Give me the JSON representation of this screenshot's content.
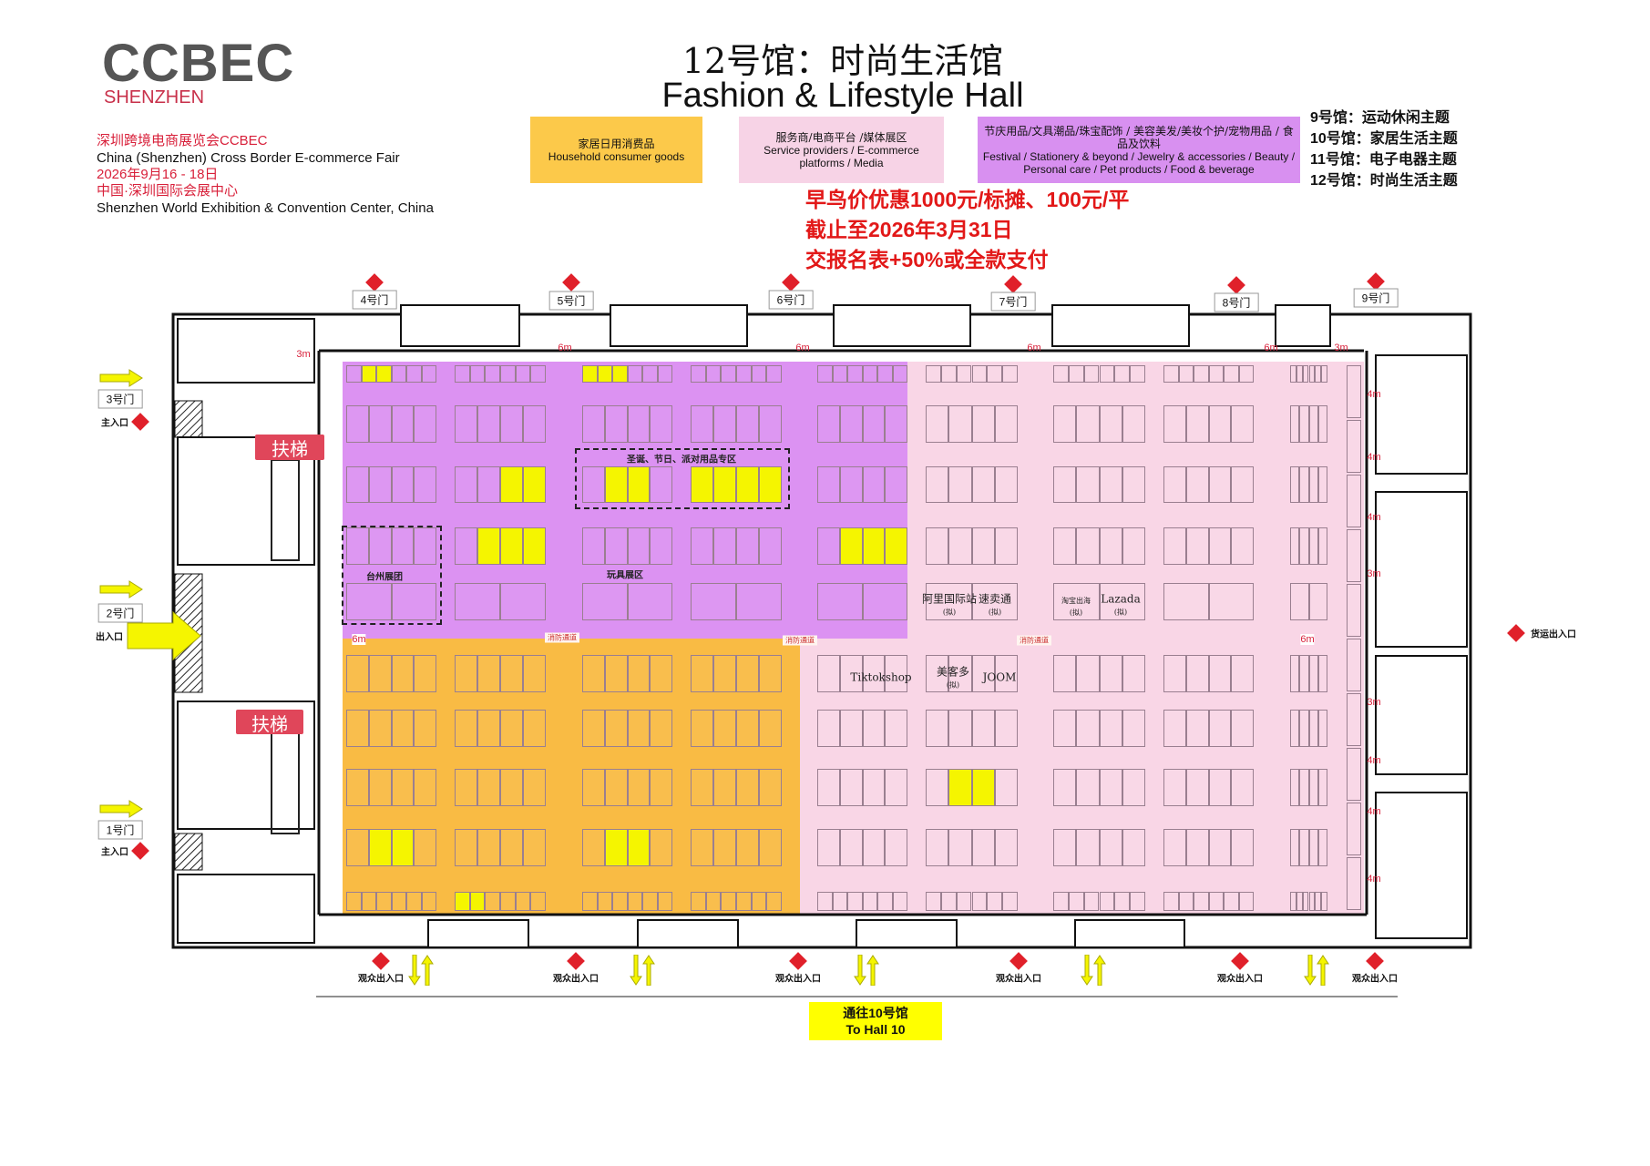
{
  "header": {
    "logo": "CCBEC",
    "logo_sub": "SHENZHEN",
    "info": [
      "深圳跨境电商展览会CCBEC",
      "China (Shenzhen) Cross Border E-commerce Fair",
      "2026年9月16 - 18日",
      "中国·深圳国际会展中心",
      "Shenzhen World Exhibition & Convention Center, China"
    ],
    "title_cn": "12号馆：时尚生活馆",
    "title_en": "Fashion & Lifestyle Hall"
  },
  "legend": [
    {
      "cn": "家居日用消费品",
      "en": "Household consumer goods",
      "color": "#fcc94a"
    },
    {
      "cn": "服务商/电商平台 /媒体展区",
      "en": "Service providers / E-commerce platforms / Media",
      "color": "#f7d3e6"
    },
    {
      "cn": "节庆用品/文具潮品/珠宝配饰 / 美容美发/美妆个护/宠物用品 / 食品及饮料",
      "en": "Festival / Stationery & beyond / Jewelry & accessories / Beauty / Personal care / Pet products / Food & beverage",
      "color": "#d890f0"
    }
  ],
  "halls": [
    "9号馆：运动休闲主题",
    "10号馆：家居生活主题",
    "11号馆：电子电器主题",
    "12号馆：时尚生活主题"
  ],
  "promo": [
    "早鸟价优惠1000元/标摊、100元/平",
    "截止至2026年3月31日",
    "交报名表+50%或全款支付"
  ],
  "zones": {
    "purple": "#dc92f2",
    "orange": "#f9bb44",
    "pink": "#f9d6e6",
    "highlight": "#f5f500"
  },
  "gates": {
    "top": [
      "4号门",
      "5号门",
      "6号门",
      "7号门",
      "8号门",
      "9号门"
    ],
    "left": [
      "3号门",
      "2号门",
      "1号门"
    ]
  },
  "entrances": {
    "main": "主入口",
    "exit": "出入口",
    "audience": "观众出入口",
    "cargo": "货运出入口"
  },
  "escalator": "扶梯",
  "distances": {
    "6m": "6m",
    "3m": "3m",
    "4m": "4m"
  },
  "fire_lane": "消防通道",
  "areas": {
    "xmas": "圣诞、节日、派对用品专区",
    "taizhou": "台州展团",
    "toys": "玩具展区"
  },
  "brands": {
    "ali": "阿里国际站",
    "ali_sub": "(拟)",
    "aliexpress": "速卖通",
    "aliexpress_sub": "(拟)",
    "taobao": "淘宝出海",
    "taobao_sub": "(拟)",
    "lazada": "Lazada",
    "lazada_sub": "(拟)",
    "tiktok": "Tiktokshop",
    "meikeduo": "美客多",
    "meikeduo_sub": "(拟)",
    "joom": "JOOM"
  },
  "to_hall": {
    "cn": "通往10号馆",
    "en": "To Hall 10"
  }
}
